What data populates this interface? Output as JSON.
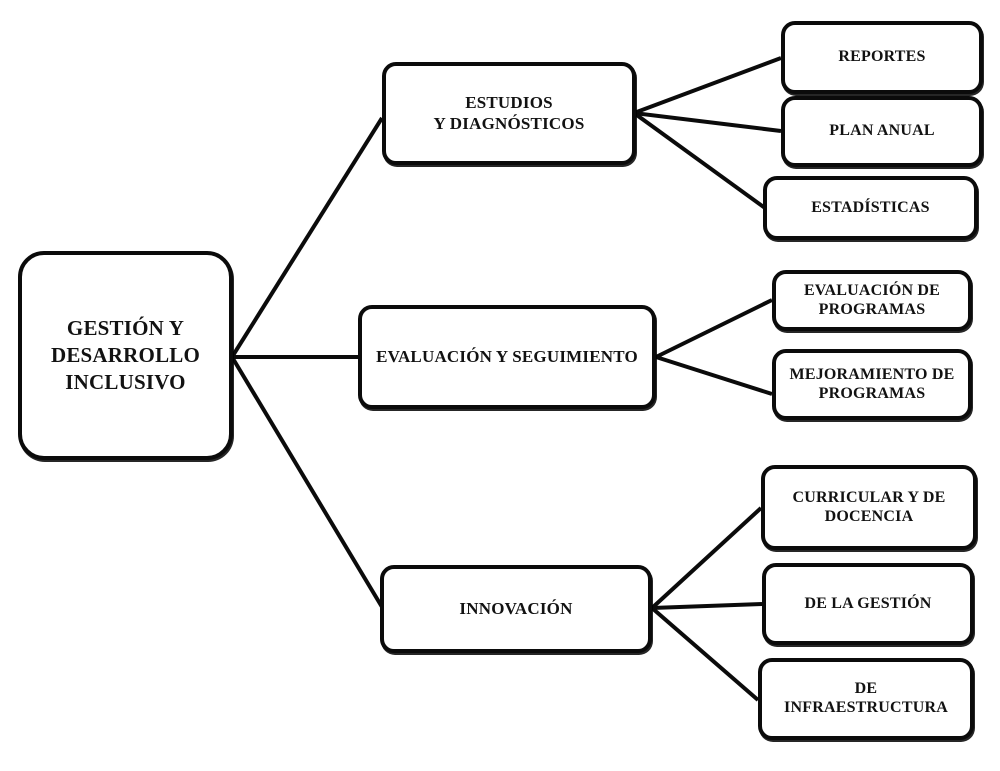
{
  "diagram": {
    "title": "Gestión y Desarrollo Inclusivo",
    "type": "tree-hierarchy",
    "background_color": "#ffffff",
    "line_color": "#0b0b0b",
    "text_color": "#121212",
    "root": {
      "id": "root",
      "label": "GESTIÓN Y\nDESARROLLO\nINCLUSIVO"
    },
    "branches": [
      {
        "id": "branch-estudios",
        "label": "ESTUDIOS\nY DIAGNÓSTICOS",
        "children": [
          {
            "id": "leaf-reportes",
            "label": "REPORTES"
          },
          {
            "id": "leaf-plan-anual",
            "label": "PLAN ANUAL"
          },
          {
            "id": "leaf-estadisticas",
            "label": "ESTADÍSTICAS"
          }
        ]
      },
      {
        "id": "branch-evaluacion",
        "label": "EVALUACIÓN Y SEGUIMIENTO",
        "children": [
          {
            "id": "leaf-evaluacion-programas",
            "label": "EVALUACIÓN DE\nPROGRAMAS"
          },
          {
            "id": "leaf-mejoramiento-programas",
            "label": "MEJORAMIENTO DE\nPROGRAMAS"
          }
        ]
      },
      {
        "id": "branch-innovacion",
        "label": "INNOVACIÓN",
        "children": [
          {
            "id": "leaf-curricular-docencia",
            "label": "CURRICULAR Y DE\nDOCENCIA"
          },
          {
            "id": "leaf-de-la-gestion",
            "label": "DE LA GESTIÓN"
          },
          {
            "id": "leaf-de-infraestructura",
            "label": "DE\nINFRAESTRUCTURA"
          }
        ]
      }
    ]
  }
}
